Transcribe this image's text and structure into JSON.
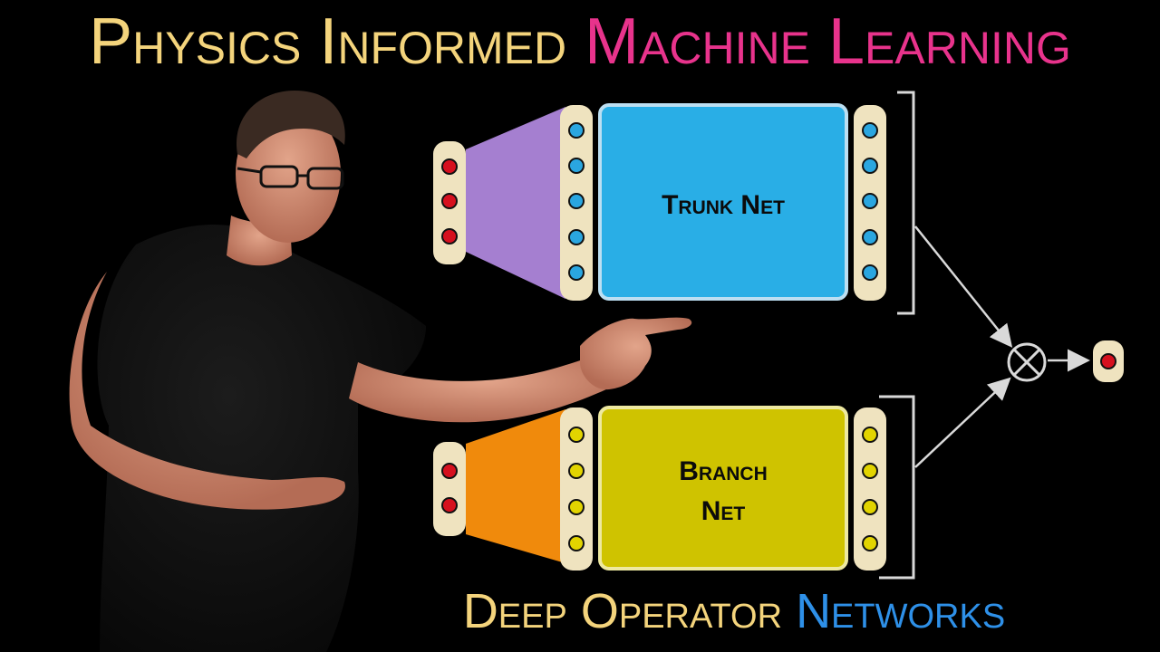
{
  "title": {
    "part1": "Physics Informed",
    "part2": "Machine Learning"
  },
  "subtitle": {
    "part1": "Deep Operator",
    "part2": "Networks"
  },
  "diagram": {
    "trunk_label": "Trunk Net",
    "branch_label_line1": "Branch",
    "branch_label_line2": "Net",
    "trunk_inputs": 3,
    "trunk_layer_nodes": 5,
    "branch_inputs": 2,
    "branch_layer_nodes": 4,
    "output_nodes": 1,
    "operator_symbol": "dot-product"
  },
  "colors": {
    "background": "#000000",
    "title_gold": "#f4d47c",
    "title_pink": "#e8338c",
    "subtitle_blue": "#2e90e8",
    "trunk_fill": "#29aee6",
    "branch_fill": "#cfc300",
    "trunk_funnel": "#a57fd0",
    "branch_funnel": "#f08a0c",
    "node_red": "#d6101e",
    "node_blue": "#2aa6e0",
    "node_yellow": "#e2d400",
    "pill": "#efe3bf",
    "arrow": "#d9d9d9"
  },
  "presenter": {
    "description": "man in black t-shirt pointing at diagram"
  }
}
